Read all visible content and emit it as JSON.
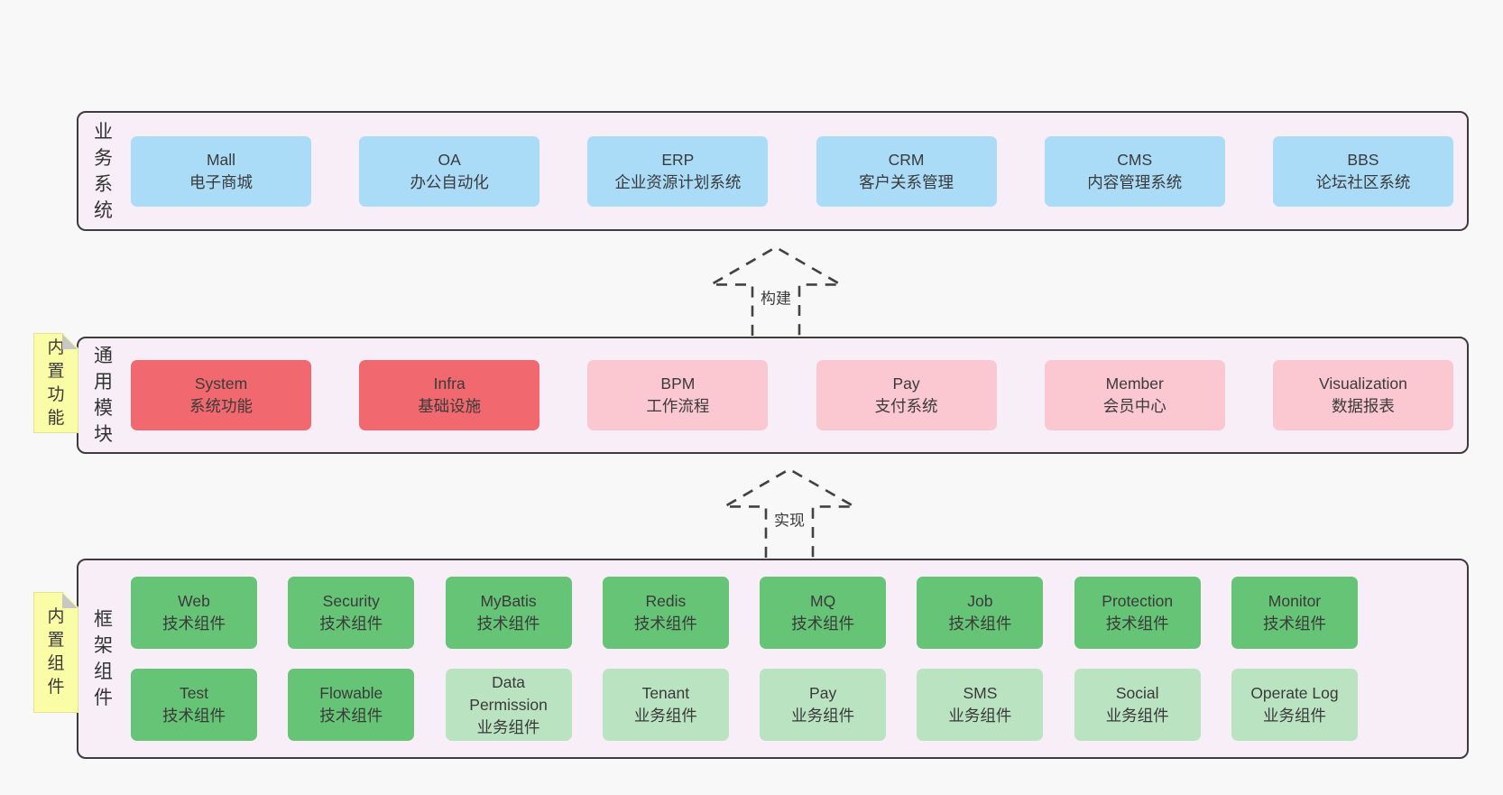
{
  "page": {
    "background": "#f8f8f8"
  },
  "colors": {
    "container_bg": "#f8eef7",
    "container_border": "#3d3d3d",
    "blue": "#abdcf7",
    "red": "#f1696e",
    "pink": "#fbc8d2",
    "green": "#66c476",
    "light_green": "#bae3c1",
    "note_yellow": "#fbfca6",
    "text": "#3a3a3a"
  },
  "arrows": {
    "build": "构建",
    "implement": "实现"
  },
  "sections": {
    "business": {
      "label": "业务系统",
      "boxes": [
        {
          "en": "Mall",
          "zh": "电子商城"
        },
        {
          "en": "OA",
          "zh": "办公自动化"
        },
        {
          "en": "ERP",
          "zh": "企业资源计划系统"
        },
        {
          "en": "CRM",
          "zh": "客户关系管理"
        },
        {
          "en": "CMS",
          "zh": "内容管理系统"
        },
        {
          "en": "BBS",
          "zh": "论坛社区系统"
        }
      ]
    },
    "modules": {
      "label": "通用模块",
      "note": "内置功能",
      "boxes": [
        {
          "en": "System",
          "zh": "系统功能"
        },
        {
          "en": "Infra",
          "zh": "基础设施"
        },
        {
          "en": "BPM",
          "zh": "工作流程"
        },
        {
          "en": "Pay",
          "zh": "支付系统"
        },
        {
          "en": "Member",
          "zh": "会员中心"
        },
        {
          "en": "Visualization",
          "zh": "数据报表"
        }
      ]
    },
    "framework": {
      "label": "框架组件",
      "note": "内置组件",
      "row1": [
        {
          "en": "Web",
          "zh": "技术组件"
        },
        {
          "en": "Security",
          "zh": "技术组件"
        },
        {
          "en": "MyBatis",
          "zh": "技术组件"
        },
        {
          "en": "Redis",
          "zh": "技术组件"
        },
        {
          "en": "MQ",
          "zh": "技术组件"
        },
        {
          "en": "Job",
          "zh": "技术组件"
        },
        {
          "en": "Protection",
          "zh": "技术组件"
        },
        {
          "en": "Monitor",
          "zh": "技术组件"
        }
      ],
      "row2": [
        {
          "en": "Test",
          "zh": "技术组件"
        },
        {
          "en": "Flowable",
          "zh": "技术组件"
        },
        {
          "en": "Data Permission",
          "zh": "业务组件"
        },
        {
          "en": "Tenant",
          "zh": "业务组件"
        },
        {
          "en": "Pay",
          "zh": "业务组件"
        },
        {
          "en": "SMS",
          "zh": "业务组件"
        },
        {
          "en": "Social",
          "zh": "业务组件"
        },
        {
          "en": "Operate Log",
          "zh": "业务组件"
        }
      ]
    }
  }
}
